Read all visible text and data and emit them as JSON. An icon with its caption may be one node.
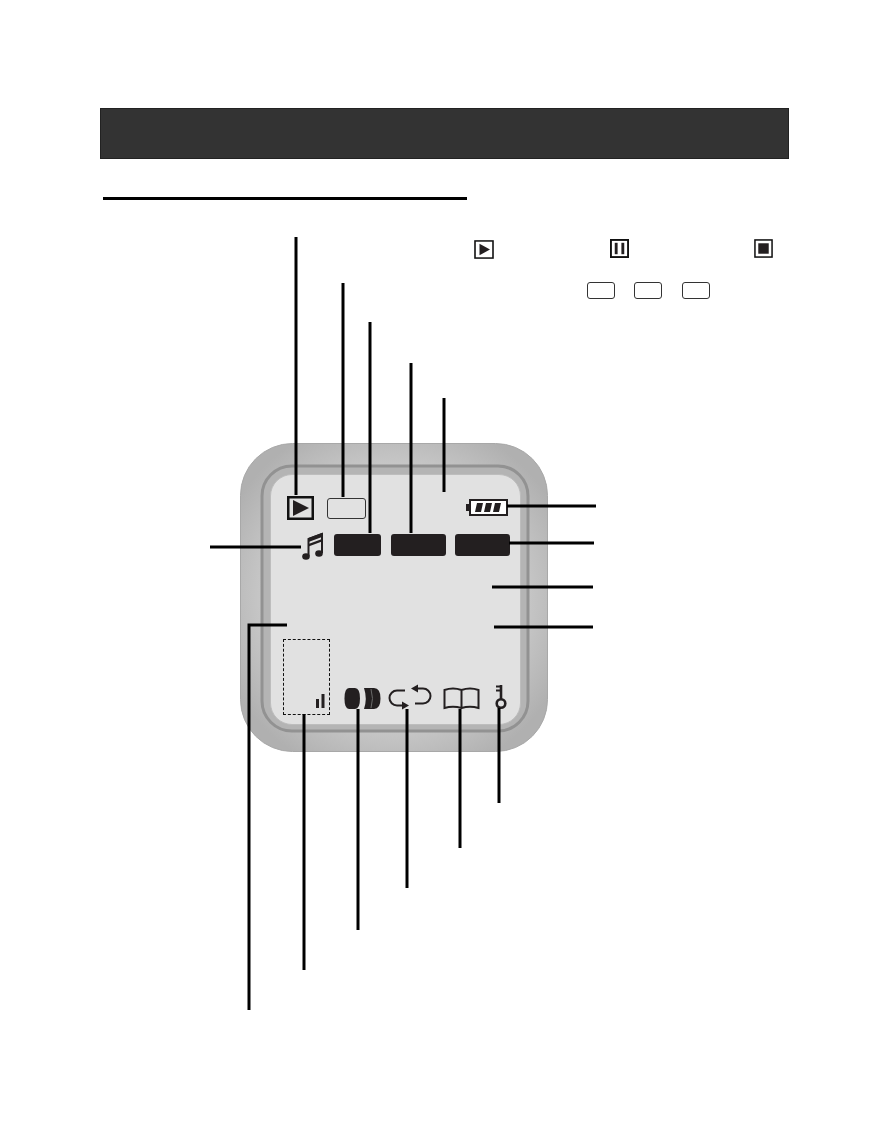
{
  "diagram": {
    "nodes": [
      {
        "text": [],
        "shape": "picture"
      },
      {
        "text": [],
        "shape": "picture"
      },
      {
        "text": [],
        "shape": "picture"
      },
      {
        "text": [],
        "shape": "box"
      },
      {
        "text": [],
        "shape": "box"
      },
      {
        "text": [],
        "shape": "box"
      },
      {
        "text": [],
        "shape": "box"
      },
      {
        "text": [],
        "shape": "picture",
        "in": 6
      },
      {
        "text": [],
        "shape": "box",
        "in": 6
      },
      {
        "text": [],
        "shape": "picture",
        "in": 6
      },
      {
        "text": [],
        "shape": "picture",
        "in": 6
      },
      {
        "text": [],
        "shape": "bar",
        "in": 6
      },
      {
        "text": [],
        "shape": "bar",
        "in": 6
      },
      {
        "text": [],
        "shape": "bar",
        "in": 6
      },
      {
        "text": [],
        "shape": "box",
        "in": 6
      },
      {
        "text": [],
        "shape": "picture",
        "in": 6
      },
      {
        "text": [],
        "shape": "picture",
        "in": 6
      },
      {
        "text": [],
        "shape": "picture",
        "in": 6
      },
      {
        "text": [],
        "shape": "picture",
        "in": 6
      }
    ],
    "edges": [
      {
        "from": null,
        "to": 7,
        "arrow": "none"
      },
      {
        "from": null,
        "to": 8,
        "arrow": "none"
      },
      {
        "from": null,
        "to": 11,
        "arrow": "none"
      },
      {
        "from": null,
        "to": 12,
        "arrow": "none"
      },
      {
        "from": null,
        "to": 6,
        "arrow": "none"
      },
      {
        "from": null,
        "to": 9,
        "arrow": "none"
      },
      {
        "from": null,
        "to": 13,
        "arrow": "none"
      },
      {
        "from": null,
        "to": 6,
        "arrow": "none"
      },
      {
        "from": null,
        "to": 6,
        "arrow": "none"
      },
      {
        "from": null,
        "to": 10,
        "arrow": "none"
      },
      {
        "from": null,
        "to": 6,
        "arrow": "none"
      },
      {
        "from": null,
        "to": 14,
        "arrow": "none"
      },
      {
        "from": null,
        "to": 15,
        "arrow": "none"
      },
      {
        "from": null,
        "to": 16,
        "arrow": "none"
      },
      {
        "from": null,
        "to": 17,
        "arrow": "none"
      },
      {
        "from": null,
        "to": 18,
        "arrow": "none"
      }
    ]
  }
}
